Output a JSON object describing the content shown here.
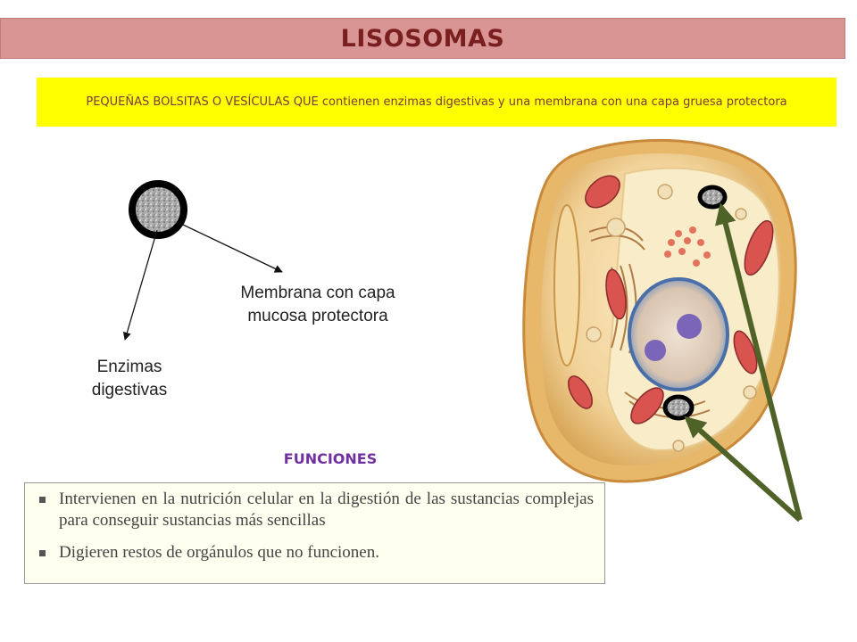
{
  "title": "LISOSOMAS",
  "subtitle": "PEQUEÑAS BOLSITAS O VESÍCULAS QUE contienen enzimas digestivas y una membrana con una capa gruesa protectora",
  "diagram": {
    "label_enzimas": "Enzimas digestivas",
    "label_membrana": "Membrana con capa mucosa protectora"
  },
  "funciones": {
    "heading": "FUNCIONES",
    "items": [
      "Intervienen en la nutrición celular en la digestión de las sustancias complejas para conseguir sustancias más sencillas",
      "Digieren restos de orgánulos que no funcionen."
    ]
  },
  "colors": {
    "title_bg": "#d99594",
    "subtitle_bg": "#ffff00",
    "funciones_heading": "#7030a0",
    "pointer_arrow": "#4f6228"
  }
}
